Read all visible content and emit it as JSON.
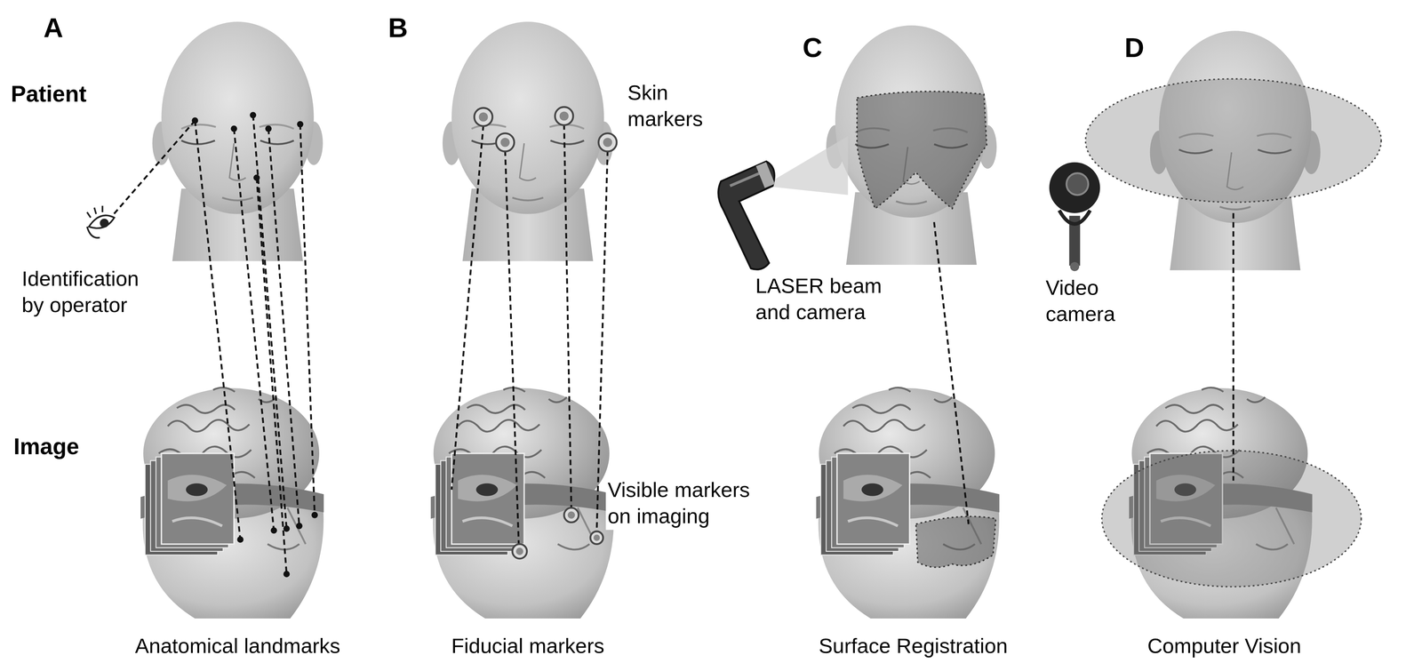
{
  "diagram": {
    "labels": [
      "A",
      "B",
      "C",
      "D",
      "Patient",
      "Skin markers",
      "Identification by operator",
      "LASER beam and camera",
      "Video camera",
      "Image",
      "Visible markers on imaging",
      "Anatomical landmarks",
      "Fiducial markers",
      "Surface Registration",
      "Computer Vision"
    ]
  }
}
